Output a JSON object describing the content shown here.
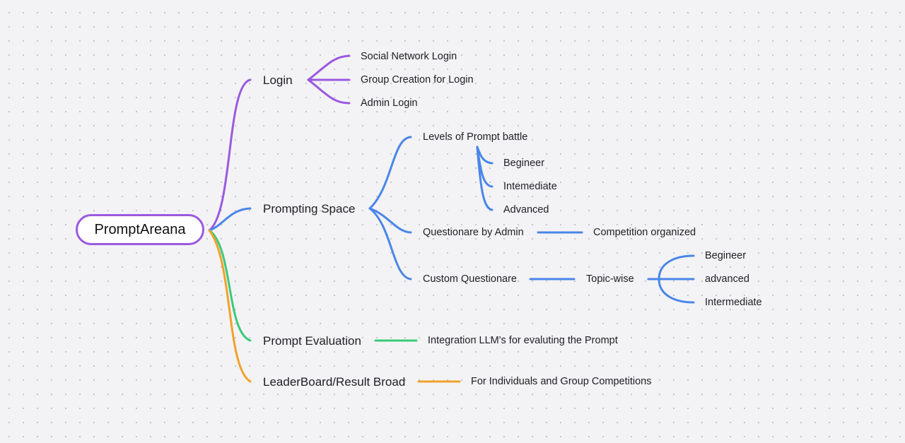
{
  "root": {
    "label": "PromptAreana",
    "color": "#9b59e0"
  },
  "colors": {
    "login": "#9b59e0",
    "prompting": "#4a86e8",
    "evaluation": "#3cc97a",
    "leaderboard": "#f0a12a"
  },
  "branches": {
    "login": {
      "label": "Login",
      "children": [
        "Social Network Login",
        "Group Creation for Login",
        "Admin Login"
      ]
    },
    "prompting": {
      "label": "Prompting Space",
      "levels": {
        "label": "Levels of Prompt battle",
        "children": [
          "Begineer",
          "Intemediate",
          "Advanced"
        ]
      },
      "questionare_admin": {
        "label": "Questionare by Admin",
        "child": "Competition organized"
      },
      "custom": {
        "label": "Custom Questionare",
        "topic": "Topic-wise",
        "children": [
          "Begineer",
          "advanced",
          "Intermediate"
        ]
      }
    },
    "evaluation": {
      "label": "Prompt Evaluation",
      "child": "Integration LLM's for evaluting the Prompt"
    },
    "leaderboard": {
      "label": "LeaderBoard/Result Broad",
      "child": "For Individuals and Group Competitions"
    }
  }
}
